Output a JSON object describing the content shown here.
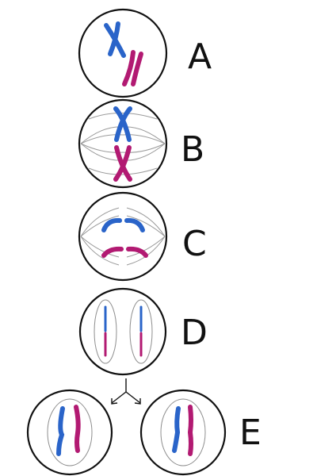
{
  "colors": {
    "chromosome_blue": "#2a64c9",
    "chromosome_magenta": "#b21a72",
    "cell_outline": "#111111",
    "spindle": "#9a9a9a"
  },
  "stages": [
    {
      "label": "A"
    },
    {
      "label": "B"
    },
    {
      "label": "C"
    },
    {
      "label": "D"
    },
    {
      "label": "E"
    }
  ]
}
